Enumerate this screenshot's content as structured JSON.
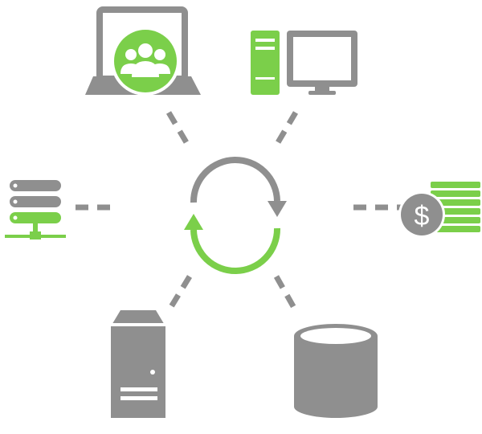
{
  "colors": {
    "gray": "#8f8f8f",
    "green": "#7bcf4a",
    "white": "#ffffff"
  },
  "nodes": [
    {
      "name": "team-laptop",
      "icon": "laptop-with-users-icon",
      "accent": "green"
    },
    {
      "name": "desktop-computer",
      "icon": "desktop-computer-icon",
      "accent": "green"
    },
    {
      "name": "network-server",
      "icon": "network-server-icon",
      "accent": "green"
    },
    {
      "name": "payments",
      "icon": "dollar-coins-icon",
      "accent": "green"
    },
    {
      "name": "tower-server",
      "icon": "tower-server-icon",
      "accent": "gray"
    },
    {
      "name": "database",
      "icon": "database-icon",
      "accent": "gray"
    }
  ],
  "center": {
    "icon": "sync-arrows-icon"
  },
  "dollar_symbol": "$"
}
